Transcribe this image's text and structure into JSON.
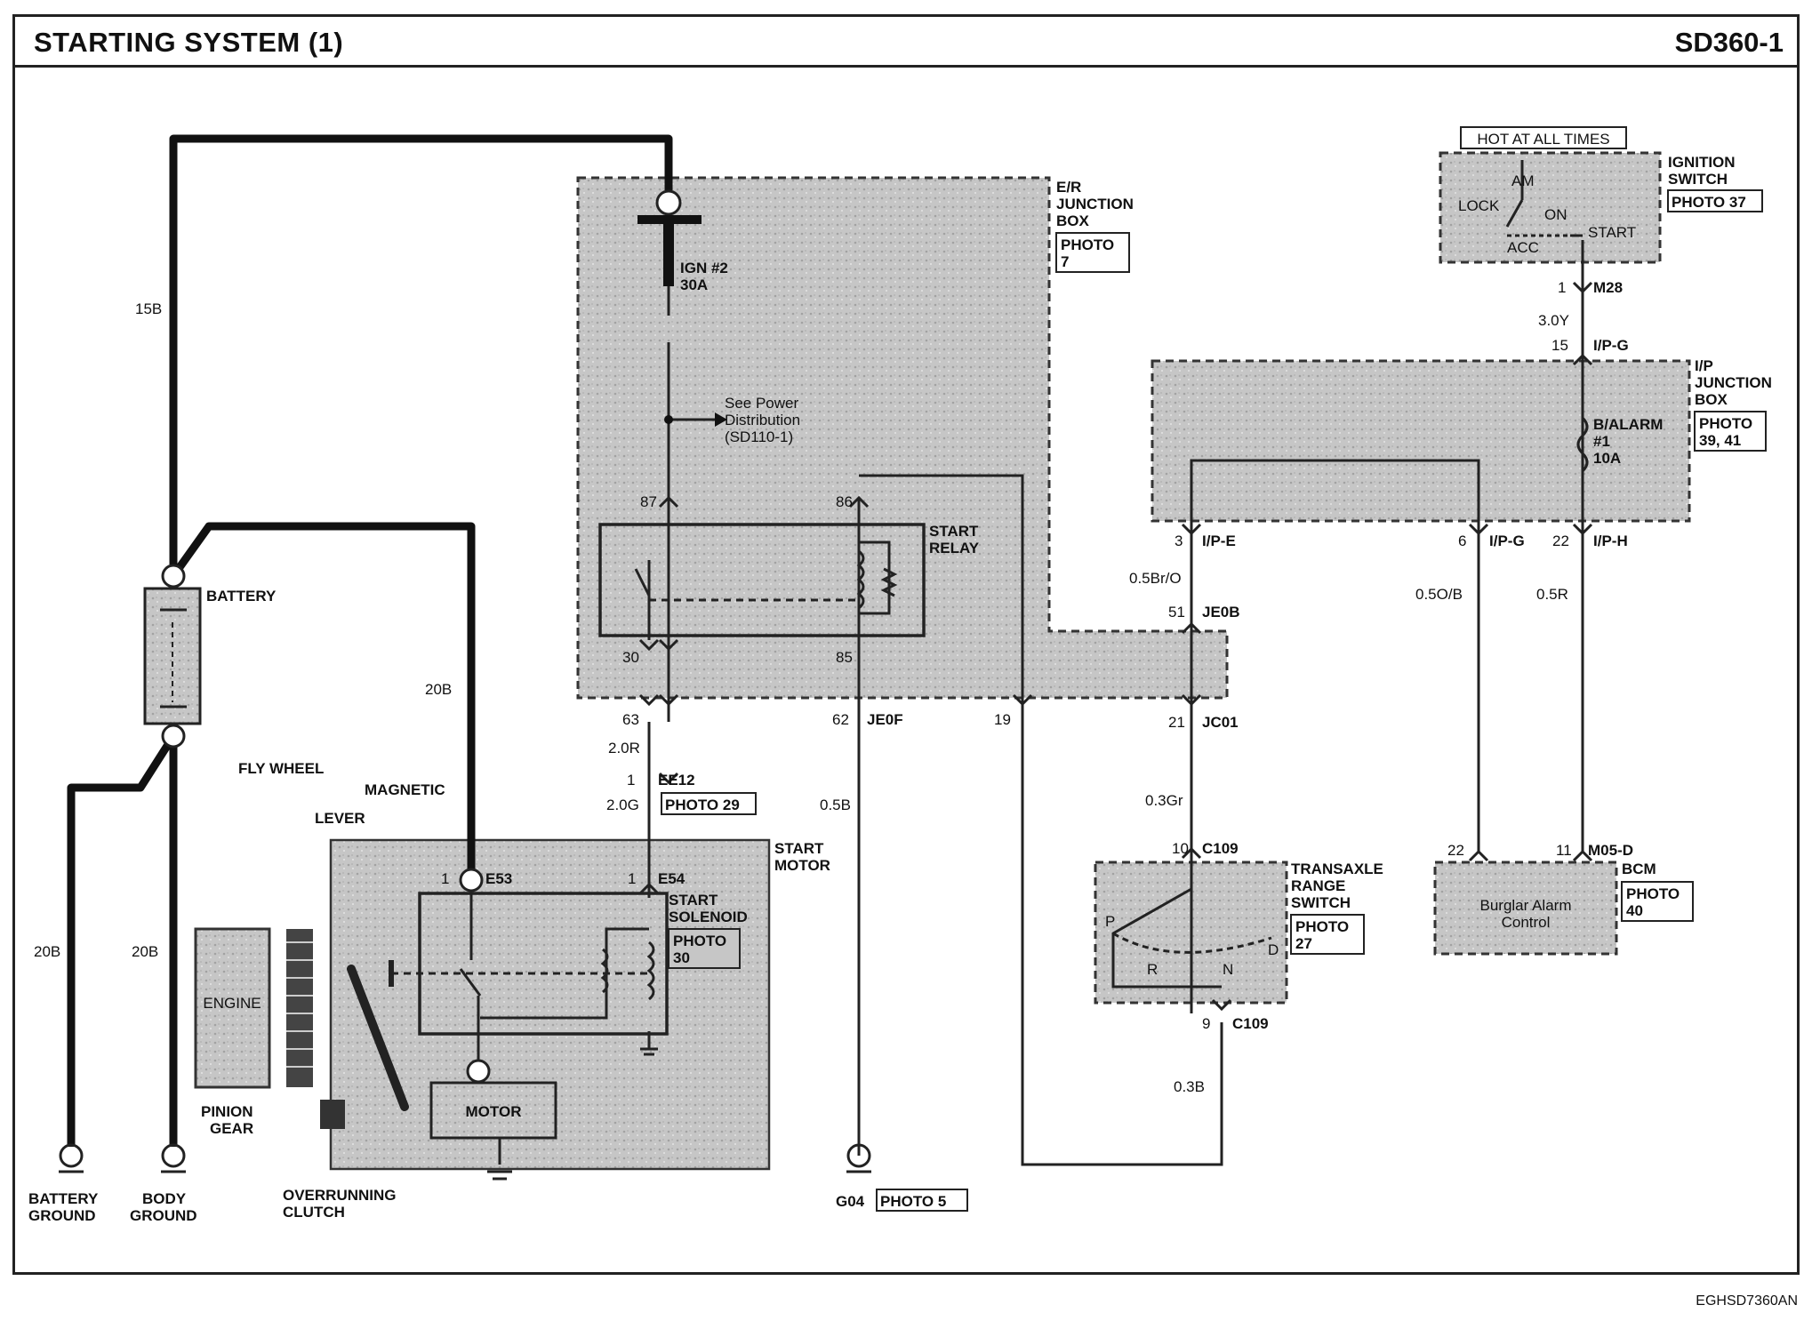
{
  "header": {
    "title": "STARTING SYSTEM (1)",
    "code": "SD360-1"
  },
  "footer": {
    "id": "EGHSD7360AN"
  },
  "power": {
    "hot": "HOT AT ALL TIMES",
    "ign_switch": [
      "IGNITION",
      "SWITCH"
    ],
    "ign_photo": "PHOTO 37",
    "pos": {
      "am": "AM",
      "lock": "LOCK",
      "on": "ON",
      "acc": "ACC",
      "start": "START"
    }
  },
  "er_box": {
    "label": [
      "E/R",
      "JUNCTION",
      "BOX"
    ],
    "photo": [
      "PHOTO",
      "7"
    ]
  },
  "fuse_ign": [
    "IGN #2",
    "30A"
  ],
  "see_power": [
    "See Power",
    "Distribution",
    "(SD110-1)"
  ],
  "relay": {
    "label": [
      "START",
      "RELAY"
    ],
    "p87": "87",
    "p86": "86",
    "p30": "30",
    "p85": "85"
  },
  "ip_box": {
    "label": [
      "I/P",
      "JUNCTION",
      "BOX"
    ],
    "photo": [
      "PHOTO",
      "39, 41"
    ]
  },
  "fuse_alarm": [
    "B/ALARM",
    "#1",
    "10A"
  ],
  "wires": {
    "w15b": "15B",
    "w20b_a": "20B",
    "w20b_b": "20B",
    "w20b_c": "20B",
    "w2_0r": "2.0R",
    "w2_0g": "2.0G",
    "w0_5b": "0.5B",
    "w3_0y": "3.0Y",
    "w0_5bro": "0.5Br/O",
    "w0_3gr": "0.3Gr",
    "w0_3b": "0.3B",
    "w0_5ob": "0.5O/B",
    "w0_5r": "0.5R"
  },
  "connectors": {
    "m28": {
      "pin": "1",
      "name": "M28"
    },
    "ipg15": {
      "pin": "15",
      "name": "I/P-G"
    },
    "ipe3": {
      "pin": "3",
      "name": "I/P-E"
    },
    "ipg6": {
      "pin": "6",
      "name": "I/P-G"
    },
    "iph22": {
      "pin": "22",
      "name": "I/P-H"
    },
    "je0b": {
      "pin": "51",
      "name": "JE0B"
    },
    "jc01": {
      "pin": "21",
      "name": "JC01"
    },
    "c63": {
      "pin": "63"
    },
    "je0f": {
      "pin": "62",
      "name": "JE0F"
    },
    "c19": {
      "pin": "19"
    },
    "ee12": {
      "pin": "1",
      "name": "EE12",
      "photo": "PHOTO 29"
    },
    "e53": {
      "pin": "1",
      "name": "E53"
    },
    "e54": {
      "pin": "1",
      "name": "E54"
    },
    "c109a": {
      "pin": "10",
      "name": "C109"
    },
    "c109b": {
      "pin": "9",
      "name": "C109"
    },
    "m05d": {
      "pin22": "22",
      "pin11": "11",
      "name": "M05-D"
    }
  },
  "battery": "BATTERY",
  "grounds": {
    "battery": [
      "BATTERY",
      "GROUND"
    ],
    "body": [
      "BODY",
      "GROUND"
    ],
    "g04": "G04",
    "g04_photo": "PHOTO 5"
  },
  "start_motor": {
    "label": [
      "START",
      "MOTOR"
    ],
    "solenoid": [
      "START",
      "SOLENOID"
    ],
    "photo": [
      "PHOTO",
      "30"
    ],
    "motor": "MOTOR"
  },
  "mech": {
    "fly_wheel": "FLY WHEEL",
    "magnetic": "MAGNETIC",
    "lever": "LEVER",
    "engine": "ENGINE",
    "pinion": [
      "PINION",
      "GEAR"
    ],
    "clutch": [
      "OVERRUNNING",
      "CLUTCH"
    ]
  },
  "trans": {
    "label": [
      "TRANSAXLE",
      "RANGE",
      "SWITCH"
    ],
    "photo": [
      "PHOTO",
      "27"
    ],
    "p": "P",
    "r": "R",
    "n": "N",
    "d": "D"
  },
  "bcm": {
    "label": "BCM",
    "photo": [
      "PHOTO",
      "40"
    ],
    "inner": [
      "Burglar Alarm",
      "Control"
    ]
  }
}
